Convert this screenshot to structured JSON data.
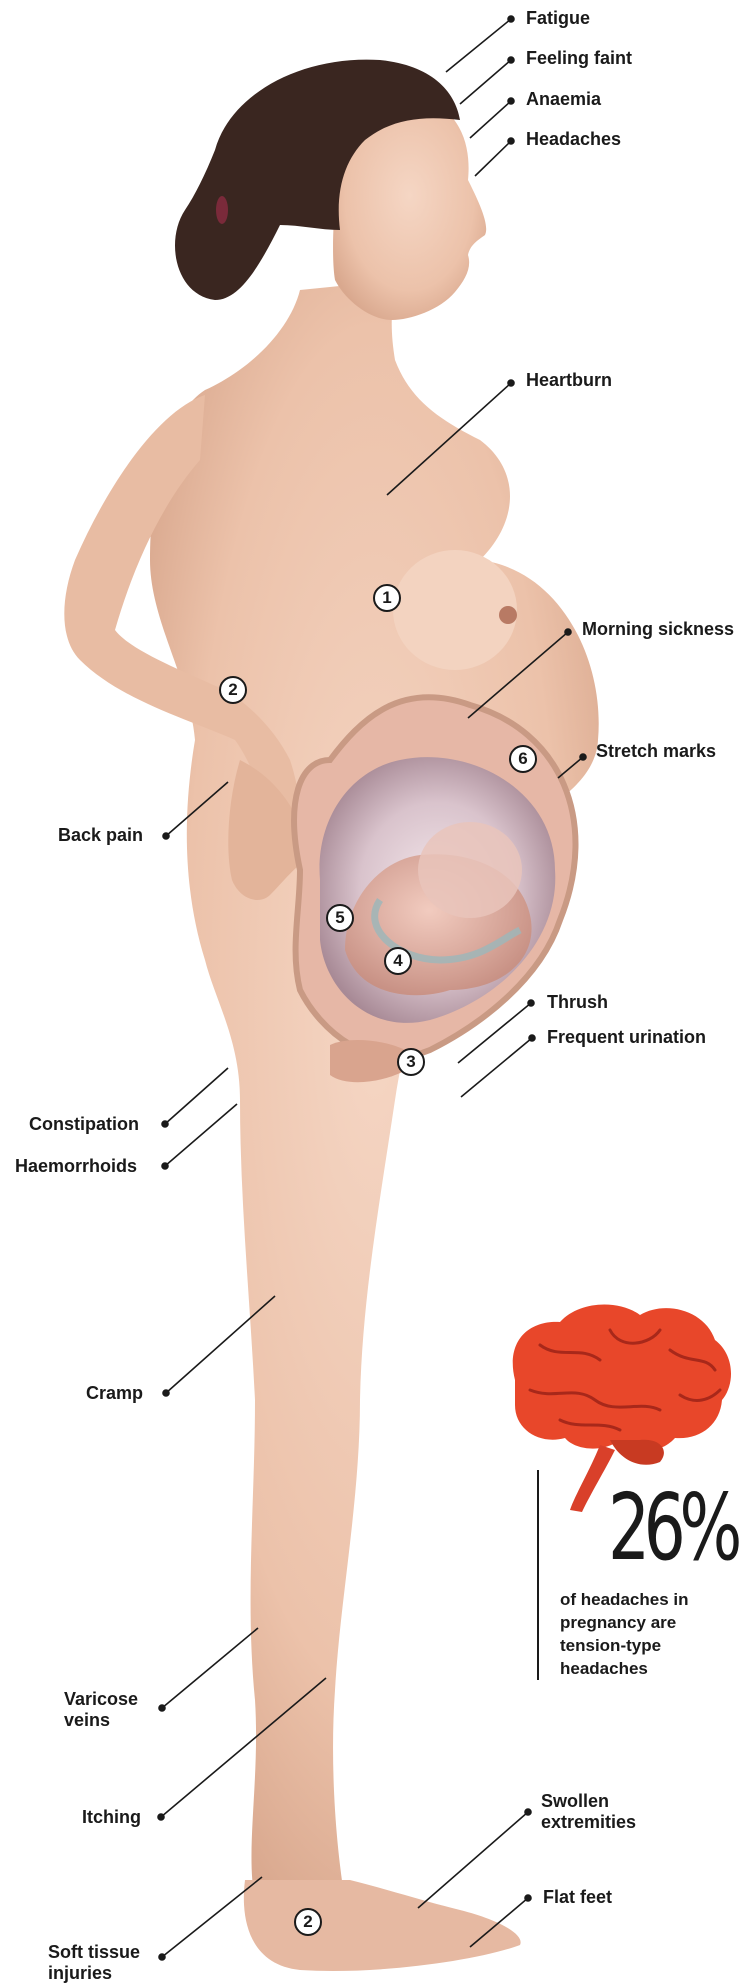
{
  "symptoms": {
    "fatigue": "Fatigue",
    "feeling_faint": "Feeling faint",
    "anaemia": "Anaemia",
    "headaches": "Headaches",
    "heartburn": "Heartburn",
    "morning_sickness": "Morning sickness",
    "stretch_marks": "Stretch marks",
    "back_pain": "Back pain",
    "thrush": "Thrush",
    "frequent_urination": "Frequent urination",
    "constipation": "Constipation",
    "haemorrhoids": "Haemorrhoids",
    "cramp": "Cramp",
    "varicose_veins": "Varicose\nveins",
    "itching": "Itching",
    "swollen_extremities": "Swollen\nextremities",
    "flat_feet": "Flat feet",
    "soft_tissue_injuries": "Soft tissue\ninjuries"
  },
  "markers": {
    "breast": "1",
    "back": "2",
    "bladder": "3",
    "baby": "4",
    "uterus_lower": "5",
    "uterus_top": "6",
    "foot": "2"
  },
  "stat": {
    "percent": "26%",
    "caption": "of headaches in\npregnancy are\ntension-type\nheadaches"
  },
  "colors": {
    "skin": "#efc9b3",
    "skin_shadow": "#d9a88e",
    "hair": "#3a2620",
    "brain": "#e8472a",
    "brain_dark": "#b8301a",
    "leader_line": "#1a1a1a",
    "text": "#1a1a1a"
  }
}
